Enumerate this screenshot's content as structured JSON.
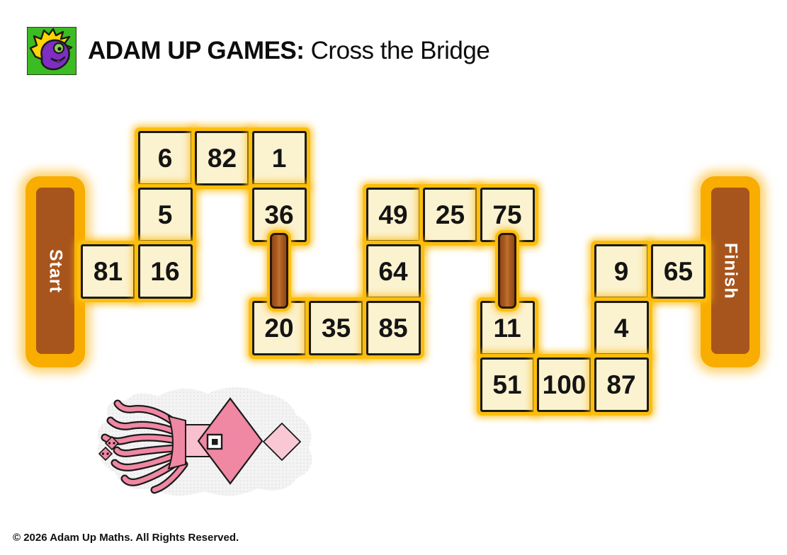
{
  "header": {
    "brand_bold": "ADAM UP GAMES:",
    "title_rest": "Cross the Bridge",
    "logo": "adam-up-maths-fish-mascot"
  },
  "board": {
    "start_label": "Start",
    "finish_label": "Finish",
    "tiles": [
      {
        "value": "6",
        "col": 2,
        "row": 0
      },
      {
        "value": "82",
        "col": 3,
        "row": 0
      },
      {
        "value": "1",
        "col": 4,
        "row": 0
      },
      {
        "value": "5",
        "col": 2,
        "row": 1
      },
      {
        "value": "36",
        "col": 4,
        "row": 1
      },
      {
        "value": "49",
        "col": 6,
        "row": 1
      },
      {
        "value": "25",
        "col": 7,
        "row": 1
      },
      {
        "value": "75",
        "col": 8,
        "row": 1
      },
      {
        "value": "81",
        "col": 1,
        "row": 2
      },
      {
        "value": "16",
        "col": 2,
        "row": 2
      },
      {
        "value": "64",
        "col": 6,
        "row": 2
      },
      {
        "value": "9",
        "col": 10,
        "row": 2
      },
      {
        "value": "65",
        "col": 11,
        "row": 2
      },
      {
        "value": "20",
        "col": 4,
        "row": 3
      },
      {
        "value": "35",
        "col": 5,
        "row": 3
      },
      {
        "value": "85",
        "col": 6,
        "row": 3
      },
      {
        "value": "11",
        "col": 8,
        "row": 3
      },
      {
        "value": "4",
        "col": 10,
        "row": 3
      },
      {
        "value": "51",
        "col": 8,
        "row": 4
      },
      {
        "value": "100",
        "col": 9,
        "row": 4
      },
      {
        "value": "87",
        "col": 10,
        "row": 4
      }
    ],
    "bridges": [
      {
        "col": 4,
        "between": [
          "36",
          "20"
        ]
      },
      {
        "col": 8,
        "between": [
          "75",
          "11"
        ]
      }
    ]
  },
  "footer": {
    "copyright": "© 2026 Adam Up Maths. All Rights Reserved."
  },
  "colors": {
    "glow_orange": "#FDBE0B",
    "bar_orange": "#F8AD00",
    "bar_brown": "#A8551D",
    "tile_fill": "#FBF2CF",
    "tile_border": "#1B1B1B",
    "plank_brown": "#A8591F",
    "number_color": "#141414",
    "logo_green": "#3DBB22",
    "logo_purple": "#7E2EC2",
    "logo_yellow": "#FFD400",
    "squid_pink": "#F087A3",
    "squid_light_pink": "#F9C0CF"
  }
}
